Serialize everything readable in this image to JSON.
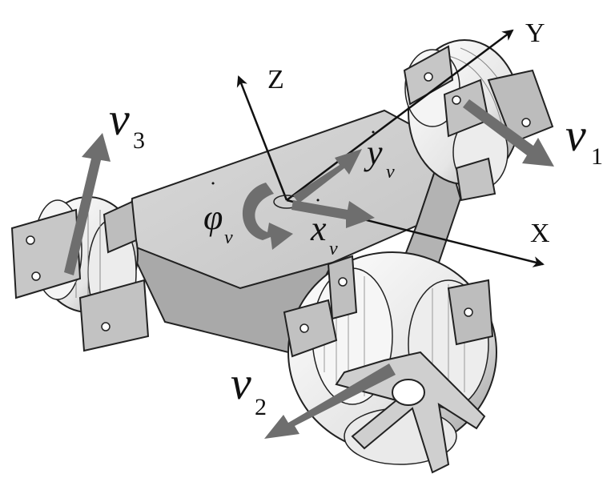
{
  "axes": {
    "x": "X",
    "y": "Y",
    "z": "Z"
  },
  "wheel_velocities": [
    {
      "symbol": "v",
      "index": "1"
    },
    {
      "symbol": "v",
      "index": "2"
    },
    {
      "symbol": "v",
      "index": "3"
    }
  ],
  "body_velocities": {
    "x_dot": {
      "symbol": "x",
      "sub": "v"
    },
    "y_dot": {
      "symbol": "y",
      "sub": "v"
    },
    "phi_dot": {
      "symbol": "φ",
      "sub": "v"
    }
  },
  "colors": {
    "arrow": "#6e6e6e",
    "body_top": "#d6d6d6",
    "body_side": "#a8a8a8",
    "wheel": "#efefef",
    "bracket": "#b9b9b9",
    "line": "#222222"
  }
}
